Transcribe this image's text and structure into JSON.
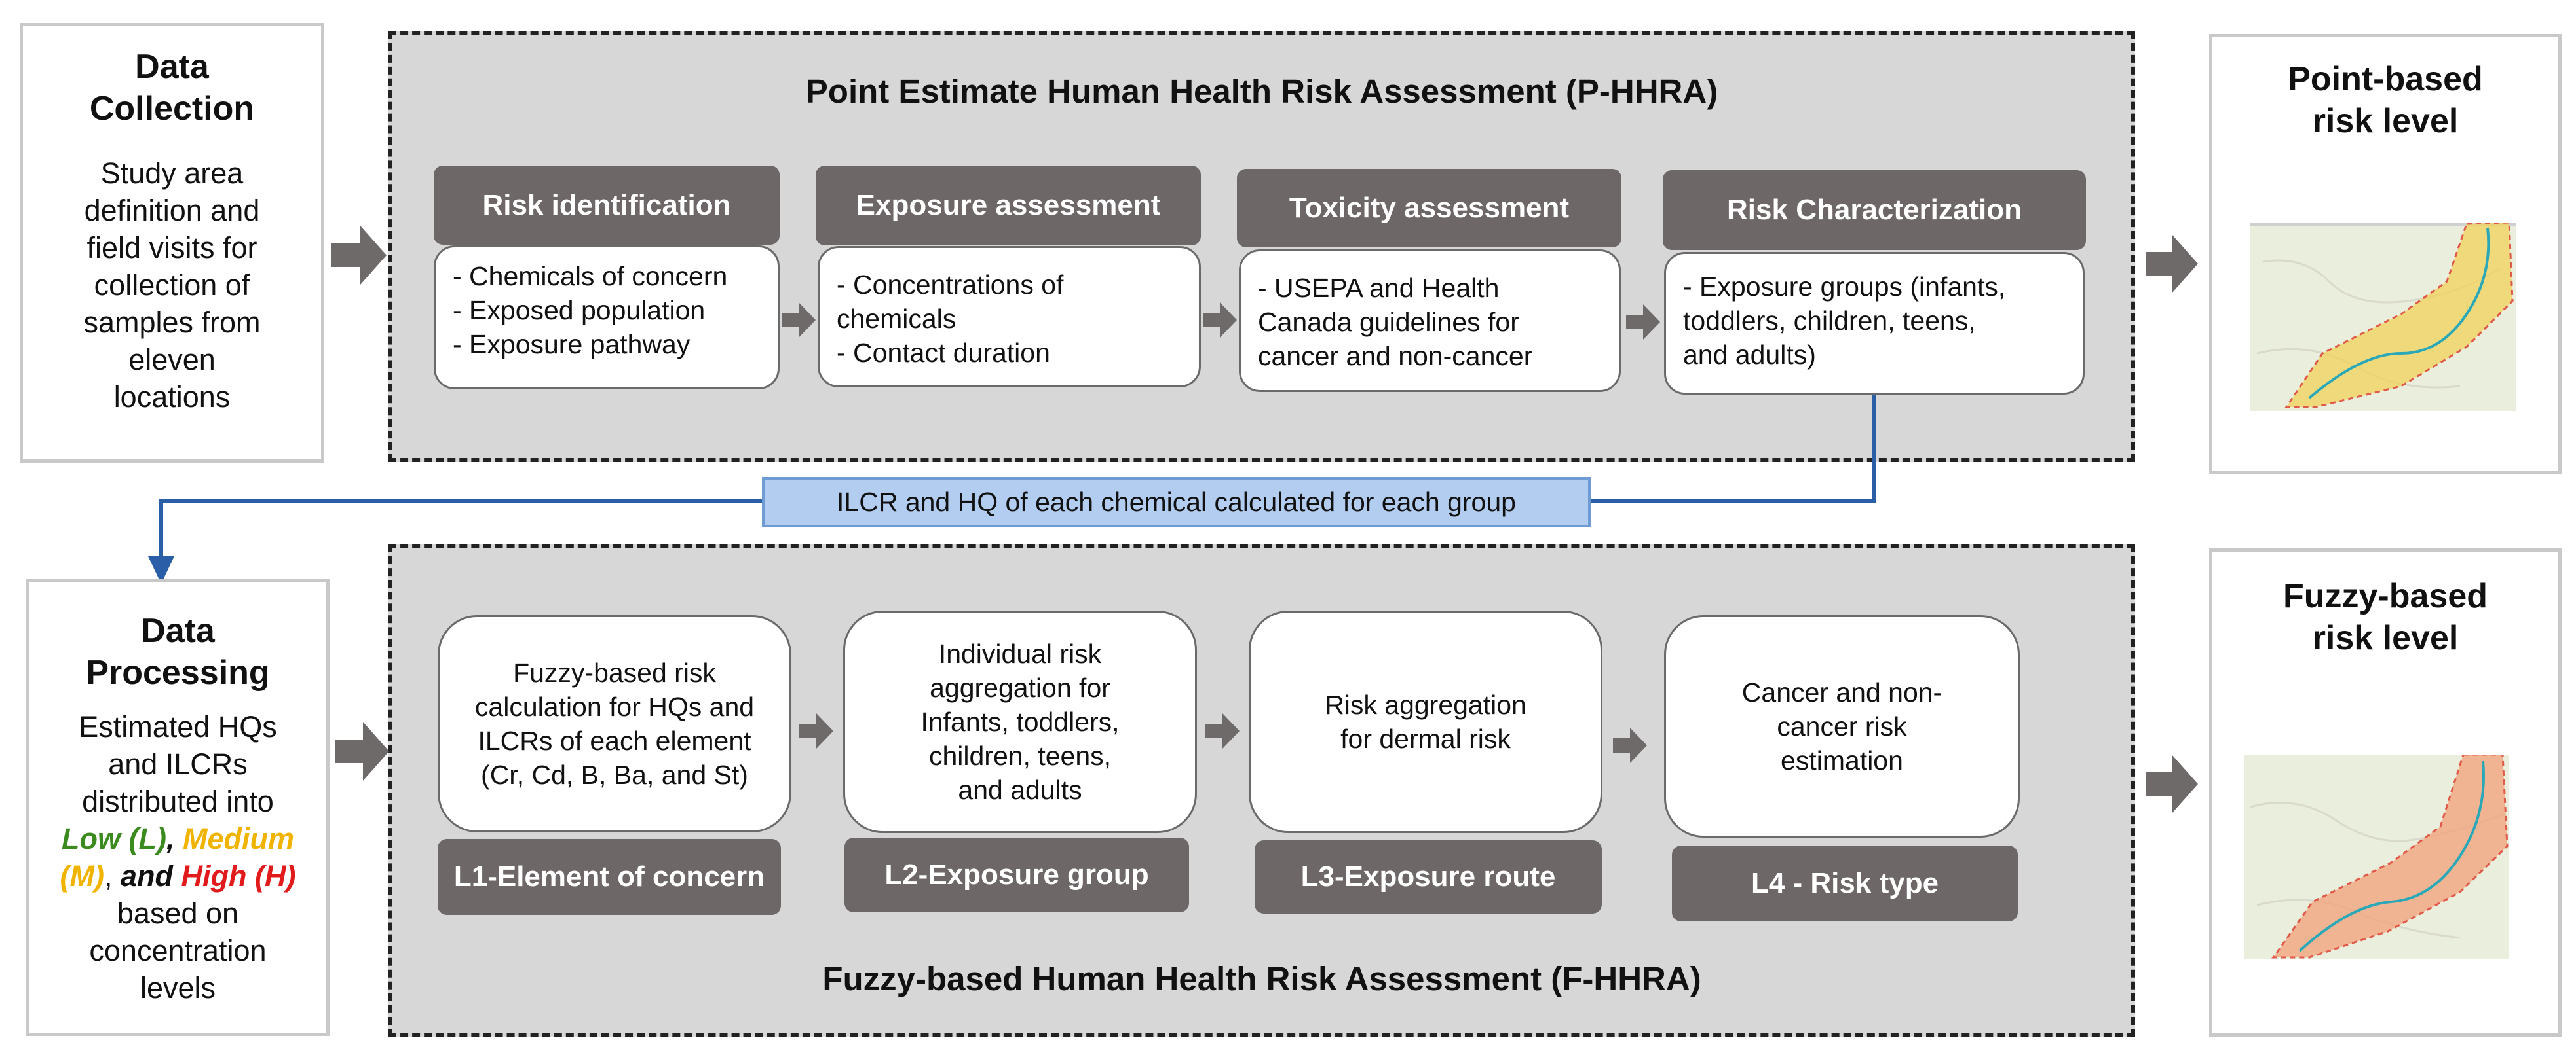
{
  "data_collection": {
    "title": "Data\nCollection",
    "body": "Study area\ndefinition and\nfield visits for\ncollection of\nsamples from\neleven\nlocations"
  },
  "data_processing": {
    "title": "Data\nProcessing",
    "body_before": "Estimated HQs\nand ILCRs\ndistributed into\n",
    "low": "Low (L)",
    "comma1": ", ",
    "medium": "Medium\n(M)",
    "comma2": ", ",
    "and": "and ",
    "high": "High (H)",
    "body_after": "\nbased on\nconcentration\nlevels"
  },
  "p_hhra": {
    "title": "Point Estimate Human Health Risk Assessment (P-HHRA)",
    "steps": [
      {
        "header": "Risk identification",
        "items": [
          "- Chemicals of concern",
          "- Exposed population",
          "- Exposure pathway"
        ]
      },
      {
        "header": "Exposure assessment",
        "items": [
          "- Concentrations of\n   chemicals",
          "- Contact duration"
        ]
      },
      {
        "header": "Toxicity assessment",
        "items": [
          "- USEPA and Health\n  Canada guidelines for\n  cancer and non-cancer"
        ]
      },
      {
        "header": "Risk Characterization",
        "items": [
          "- Exposure groups (infants,\n  toddlers, children, teens,\n  and adults)"
        ]
      }
    ]
  },
  "link_label": "ILCR and HQ of each chemical calculated for each group",
  "f_hhra": {
    "title": "Fuzzy-based Human Health Risk Assessment (F-HHRA)",
    "steps": [
      {
        "body": "Fuzzy-based risk\ncalculation for HQs and\nILCRs of each element\n(Cr, Cd, B, Ba, and St)",
        "label": "L1-Element of concern"
      },
      {
        "body": "Individual risk\naggregation for\nInfants, toddlers,\nchildren, teens,\nand adults",
        "label": "L2-Exposure group"
      },
      {
        "body": "Risk aggregation\nfor dermal risk",
        "label": "L3-Exposure route"
      },
      {
        "body": "Cancer and non-\ncancer risk\nestimation",
        "label": "L4 - Risk type"
      }
    ]
  },
  "point_result": {
    "title": "Point-based\nrisk level"
  },
  "fuzzy_result": {
    "title": "Fuzzy-based\nrisk level"
  },
  "colors": {
    "panel_bg": "#d7d7d7",
    "header_bg": "#6d6767",
    "arrow": "#6f6a6a",
    "connector": "#2a5fa8",
    "link_bg": "#b3cdf0",
    "low": "#3a8a1d",
    "medium": "#f0b400",
    "high": "#e11b1b",
    "point_zone": "#f2d25a",
    "fuzzy_zone": "#f3a07a"
  }
}
